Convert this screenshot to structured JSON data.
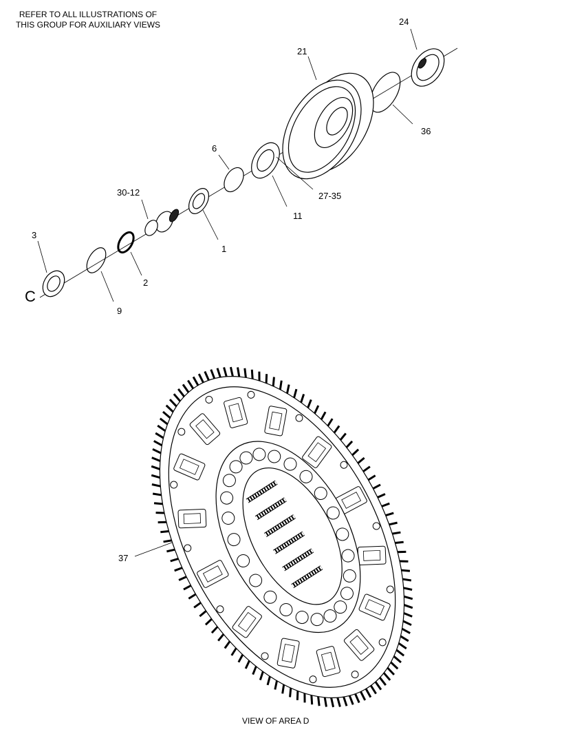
{
  "note": {
    "line1": "REFER TO ALL ILLUSTRATIONS OF",
    "line2": "THIS GROUP FOR AUXILIARY VIEWS"
  },
  "callouts": {
    "p24": "24",
    "p21": "21",
    "p36": "36",
    "p6": "6",
    "p27_35": "27-35",
    "p11": "11",
    "p30_12": "30-12",
    "p1": "1",
    "p3": "3",
    "p2": "2",
    "p9": "9",
    "p37": "37"
  },
  "view_marker": "C",
  "caption": "VIEW OF AREA D"
}
